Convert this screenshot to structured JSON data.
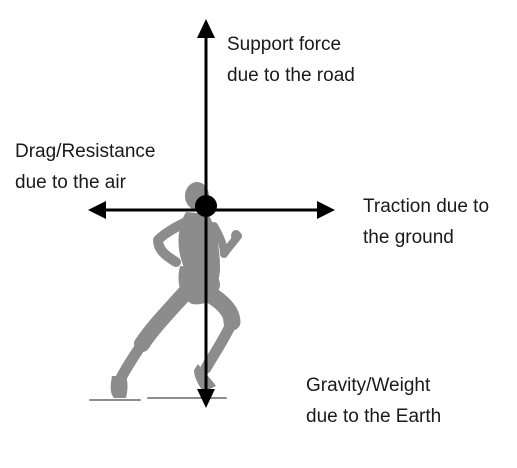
{
  "forces": {
    "support": {
      "line1": "Support force",
      "line2": "due to the road"
    },
    "drag": {
      "line1": "Drag/Resistance",
      "line2": "due to the air"
    },
    "traction": {
      "line1": "Traction due to",
      "line2": "the ground"
    },
    "gravity": {
      "line1": "Gravity/Weight",
      "line2": "due to the Earth"
    }
  },
  "colors": {
    "arrow": "#000000",
    "runner": "#8c8c8c",
    "text": "#1a1a1a"
  },
  "icons": {
    "runner": "runner-silhouette",
    "center": "center-of-mass-dot"
  }
}
